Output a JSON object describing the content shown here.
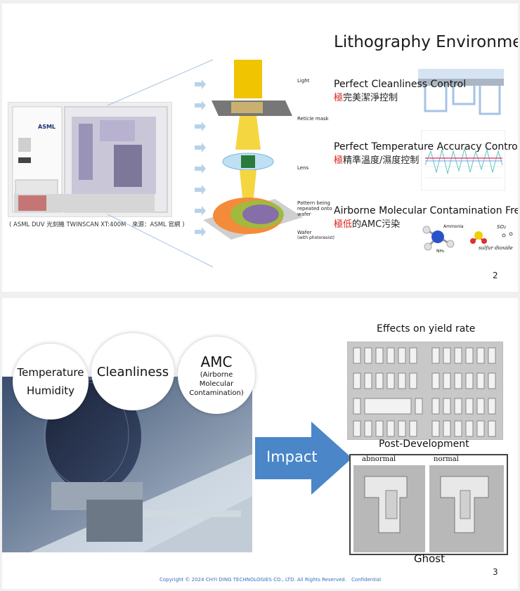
{
  "slide1": {
    "title": "Lithography Environment",
    "machine_brand": "ASML",
    "caption": "( ASML DUV 光刻機 TWINSCAN XT:400M　來源：ASML 官網 )",
    "diagram_labels": {
      "light": "Light",
      "reticle": "Reticle mask",
      "lens": "Lens",
      "pattern": "Pattern being repeated onto wafer",
      "wafer": "Wafer",
      "wafer_sub": "(with photoresist)"
    },
    "items": [
      {
        "heading": "Perfect Cleanliness Control",
        "zh_accent": "極",
        "zh_rest": "完美潔淨控制"
      },
      {
        "heading": "Perfect Temperature Accuracy Control",
        "zh_accent": "極",
        "zh_rest": "精準溫度/濕度控制"
      },
      {
        "heading": "Airborne Molecular Contamination Free",
        "zh_accent": "極低",
        "zh_rest": "的AMC污染"
      }
    ],
    "molecules": {
      "ammonia": "Ammonia",
      "nh3": "NH₃",
      "so2": "SO₂",
      "sulfur": "sulfur dioxide"
    },
    "page_number": "2"
  },
  "slide2": {
    "circles": {
      "temperature": "Temperature",
      "humidity": "Humidity",
      "cleanliness": "Cleanliness",
      "amc": "AMC",
      "amc_sub1": "(Airborne",
      "amc_sub2": "Molecular",
      "amc_sub3": "Contamination)"
    },
    "impact": "Impact",
    "effects_title": "Effects on yield rate",
    "post_dev": "Post-Development",
    "abnormal": "abnormal",
    "normal": "normal",
    "ghost": "Ghost",
    "copyright": "Copyright © 2024 CHYI DING TECHNOLOGIES CO., LTD. All Rights Reserved.",
    "confidential": "Confidential",
    "page_number": "3"
  },
  "colors": {
    "accent_red": "#e0201c",
    "impact_blue": "#4a86c8",
    "footer_blue": "#3a6fc0"
  }
}
